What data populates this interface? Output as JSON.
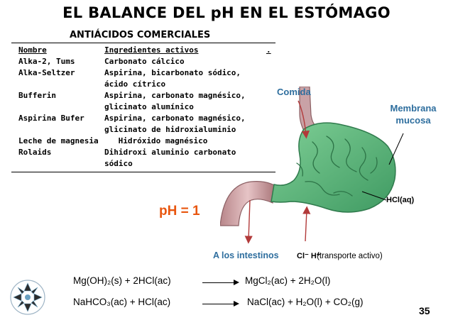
{
  "title": "EL BALANCE DEL pH EN EL ESTÓMAGO",
  "subtitle": "ANTIÁCIDOS COMERCIALES",
  "table": {
    "headers": [
      "Nombre",
      "Ingredientes activos",
      "."
    ],
    "rows": [
      {
        "name": "Alka-2, Tums",
        "lines": [
          "Carbonato cálcico"
        ]
      },
      {
        "name": "Alka-Seltzer",
        "lines": [
          "Aspirina, bicarbonato sódico,",
          "ácido cítrico"
        ]
      },
      {
        "name": "Bufferin",
        "lines": [
          "Aspirina, carbonato magnésico,",
          "glicinato alumínico"
        ]
      },
      {
        "name": "Aspirina Bufer",
        "lines": [
          "Aspirina, carbonato magnésico,",
          "glicinato de hidroxialuminio"
        ]
      },
      {
        "name": "Leche de magnesia",
        "lines": [
          "Hidróxido magnésico"
        ]
      },
      {
        "name": "Rolaids",
        "lines": [
          "Dihidroxi aluminio carbonato",
          "sódico"
        ]
      }
    ]
  },
  "diagram": {
    "comida": "Comida",
    "membrana": [
      "Membrana",
      "mucosa"
    ],
    "hcl": "HCl(aq)",
    "intestinos": "A los intestinos",
    "ions": "Cl⁻ H⁺",
    "transporte": "(transporte activo)"
  },
  "ph": "pH = 1",
  "equations": [
    {
      "left": "Mg(OH)₂(s) + 2HCl(ac)",
      "right": "MgCl₂(ac) + 2H₂O(l)"
    },
    {
      "left": "NaHCO₃(ac) + HCl(ac)",
      "right": "NaCl(ac) + H₂O(l) + CO₂(g)"
    }
  ],
  "page_number": "35",
  "colors": {
    "label_blue": "#2e6e9e",
    "ph_orange": "#e8560f",
    "stomach_green": "#5fb37a"
  }
}
